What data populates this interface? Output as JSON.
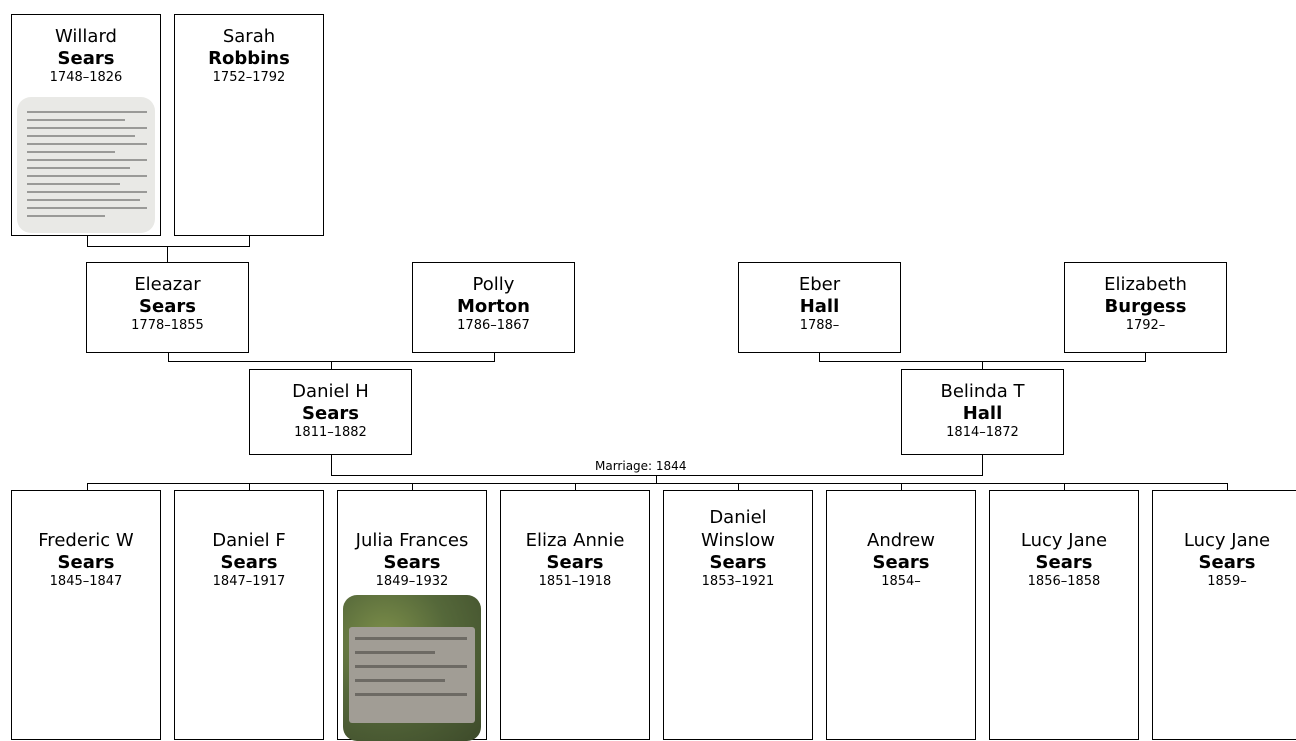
{
  "generation1": [
    {
      "given": "Willard",
      "surname": "Sears",
      "dates": "1748–1826",
      "photo": "document-scan"
    },
    {
      "given": "Sarah",
      "surname": "Robbins",
      "dates": "1752–1792"
    }
  ],
  "generation2": [
    {
      "given": "Eleazar",
      "surname": "Sears",
      "dates": "1778–1855"
    },
    {
      "given": "Polly",
      "surname": "Morton",
      "dates": "1786–1867"
    },
    {
      "given": "Eber",
      "surname": "Hall",
      "dates": "1788–"
    },
    {
      "given": "Elizabeth",
      "surname": "Burgess",
      "dates": "1792–"
    }
  ],
  "parents": [
    {
      "given": "Daniel H",
      "surname": "Sears",
      "dates": "1811–1882"
    },
    {
      "given": "Belinda T",
      "surname": "Hall",
      "dates": "1814–1872"
    }
  ],
  "marriage_label": "Marriage: 1844",
  "children": [
    {
      "given": "Frederic W",
      "surname": "Sears",
      "dates": "1845–1847"
    },
    {
      "given": "Daniel F",
      "surname": "Sears",
      "dates": "1847–1917"
    },
    {
      "given": "Julia Frances",
      "surname": "Sears",
      "dates": "1849–1932",
      "photo": "gravestone"
    },
    {
      "given": "Eliza Annie",
      "surname": "Sears",
      "dates": "1851–1918"
    },
    {
      "given": "Daniel Winslow",
      "surname": "Sears",
      "dates": "1853–1921"
    },
    {
      "given": "Andrew",
      "surname": "Sears",
      "dates": "1854–"
    },
    {
      "given": "Lucy Jane",
      "surname": "Sears",
      "dates": "1856–1858"
    },
    {
      "given": "Lucy Jane",
      "surname": "Sears",
      "dates": "1859–"
    }
  ]
}
